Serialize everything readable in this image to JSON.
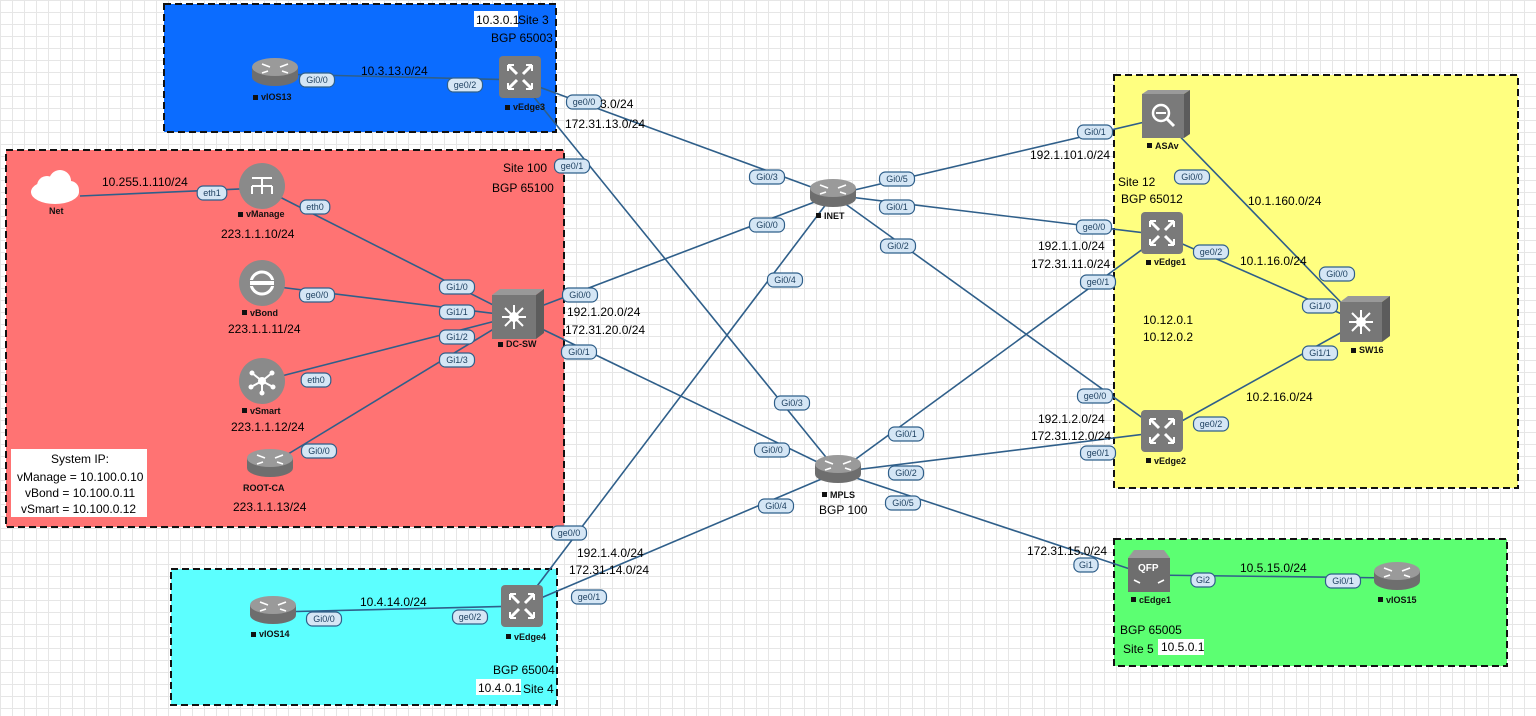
{
  "sites": [
    {
      "id": "site3",
      "bg": "#0b6cff",
      "texts": [
        "10.3.0.1",
        "Site 3",
        "BGP 65003"
      ]
    },
    {
      "id": "site100",
      "bg": "#ff7373",
      "texts": [
        "Site 100",
        "BGP 65100"
      ]
    },
    {
      "id": "site12",
      "bg": "#ffff80",
      "texts": [
        "Site 12",
        "BGP 65012",
        "10.12.0.1",
        "10.12.0.2"
      ]
    },
    {
      "id": "site4",
      "bg": "#5cffff",
      "texts": [
        "BGP 65004",
        "10.4.0.1",
        "Site 4"
      ]
    },
    {
      "id": "site5",
      "bg": "#5cff72",
      "texts": [
        "BGP 65005",
        "Site 5",
        "10.5.0.1"
      ]
    }
  ],
  "nodes": [
    {
      "id": "vIOS13",
      "label": "vIOS13",
      "icon": "router-icon"
    },
    {
      "id": "vEdge3",
      "label": "vEdge3",
      "icon": "vedge-icon"
    },
    {
      "id": "Net",
      "label": "Net",
      "icon": "cloud-icon"
    },
    {
      "id": "vManage",
      "label": "vManage",
      "icon": "vmanage-icon"
    },
    {
      "id": "vBond",
      "label": "vBond",
      "icon": "vbond-icon"
    },
    {
      "id": "vSmart",
      "label": "vSmart",
      "icon": "vsmart-icon"
    },
    {
      "id": "ROOT-CA",
      "label": "ROOT-CA",
      "icon": "router-icon"
    },
    {
      "id": "DC-SW",
      "label": "DC-SW",
      "icon": "switch-icon"
    },
    {
      "id": "INET",
      "label": "INET",
      "icon": "router-icon"
    },
    {
      "id": "MPLS",
      "label": "MPLS",
      "icon": "router-icon"
    },
    {
      "id": "ASAv",
      "label": "ASAv",
      "icon": "firewall-icon"
    },
    {
      "id": "vEdge1",
      "label": "vEdge1",
      "icon": "vedge-icon"
    },
    {
      "id": "vEdge2",
      "label": "vEdge2",
      "icon": "vedge-icon"
    },
    {
      "id": "SW16",
      "label": "SW16",
      "icon": "switch-icon"
    },
    {
      "id": "vIOS14",
      "label": "vIOS14",
      "icon": "router-icon"
    },
    {
      "id": "vEdge4",
      "label": "vEdge4",
      "icon": "vedge-icon"
    },
    {
      "id": "cEdge1",
      "label": "cEdge1",
      "icon": "qfp-router-icon"
    },
    {
      "id": "vIOS15",
      "label": "vIOS15",
      "icon": "router-icon"
    }
  ],
  "links": [
    {
      "a": "vIOS13",
      "b": "vEdge3",
      "ifa": "Gi0/0",
      "ifb": "ge0/2"
    },
    {
      "a": "Net",
      "b": "vManage",
      "ifa": "",
      "ifb": "eth1"
    },
    {
      "a": "vManage",
      "b": "DC-SW",
      "ifa": "eth0",
      "ifb": "Gi1/0"
    },
    {
      "a": "vBond",
      "b": "DC-SW",
      "ifa": "ge0/0",
      "ifb": "Gi1/1"
    },
    {
      "a": "vSmart",
      "b": "DC-SW",
      "ifa": "eth0",
      "ifb": "Gi1/2"
    },
    {
      "a": "ROOT-CA",
      "b": "DC-SW",
      "ifa": "Gi0/0",
      "ifb": "Gi1/3"
    },
    {
      "a": "vEdge3",
      "b": "INET",
      "ifa": "ge0/0",
      "ifb": "Gi0/3"
    },
    {
      "a": "vEdge3",
      "b": "MPLS",
      "ifa": "ge0/1",
      "ifb": "Gi0/3"
    },
    {
      "a": "DC-SW",
      "b": "INET",
      "ifa": "Gi0/0",
      "ifb": "Gi0/0"
    },
    {
      "a": "DC-SW",
      "b": "MPLS",
      "ifa": "Gi0/1",
      "ifb": "Gi0/0"
    },
    {
      "a": "INET",
      "b": "ASAv",
      "ifa": "Gi0/5",
      "ifb": "Gi0/1"
    },
    {
      "a": "INET",
      "b": "vEdge1",
      "ifa": "Gi0/1",
      "ifb": "ge0/0"
    },
    {
      "a": "INET",
      "b": "vEdge2",
      "ifa": "Gi0/2",
      "ifb": "ge0/0"
    },
    {
      "a": "INET",
      "b": "vEdge4",
      "ifa": "Gi0/4",
      "ifb": "ge0/0"
    },
    {
      "a": "MPLS",
      "b": "vEdge1",
      "ifa": "Gi0/1",
      "ifb": "ge0/1"
    },
    {
      "a": "MPLS",
      "b": "vEdge2",
      "ifa": "Gi0/2",
      "ifb": "ge0/1"
    },
    {
      "a": "MPLS",
      "b": "vEdge4",
      "ifa": "Gi0/4",
      "ifb": "ge0/1"
    },
    {
      "a": "MPLS",
      "b": "cEdge1",
      "ifa": "Gi0/5",
      "ifb": "Gi1"
    },
    {
      "a": "ASAv",
      "b": "SW16",
      "ifa": "Gi0/0",
      "ifb": "Gi0/0"
    },
    {
      "a": "vEdge1",
      "b": "SW16",
      "ifa": "ge0/2",
      "ifb": "Gi1/0"
    },
    {
      "a": "vEdge2",
      "b": "SW16",
      "ifa": "ge0/2",
      "ifb": "Gi1/1"
    },
    {
      "a": "vIOS14",
      "b": "vEdge4",
      "ifa": "Gi0/0",
      "ifb": "ge0/2"
    },
    {
      "a": "cEdge1",
      "b": "vIOS15",
      "ifa": "Gi2",
      "ifb": "Gi0/1"
    }
  ],
  "subnets": {
    "s_3_13": "10.3.13.0/24",
    "s_3_0": "3.0/24",
    "s_172_13": "172.31.13.0/24",
    "s_net": "10.255.1.110/24",
    "s_vmanage": "223.1.1.10/24",
    "s_vbond": "223.1.1.11/24",
    "s_vsmart": "223.1.1.12/24",
    "s_rootca": "223.1.1.13/24",
    "s_192_20": "192.1.20.0/24",
    "s_172_20": "172.31.20.0/24",
    "s_192_101": "192.1.101.0/24",
    "s_10_160": "10.1.160.0/24",
    "s_192_1": "192.1.1.0/24",
    "s_172_11": "172.31.11.0/24",
    "s_10_1_16": "10.1.16.0/24",
    "s_192_2": "192.1.2.0/24",
    "s_172_12": "172.31.12.0/24",
    "s_10_2_16": "10.2.16.0/24",
    "s_10_4_14": "10.4.14.0/24",
    "s_192_4": "192.1.4.0/24",
    "s_172_14": "172.31.14.0/24",
    "s_172_15": "172.31.15.0/24",
    "s_10_5_15": "10.5.15.0/24",
    "mpls_bgp": "BGP 100"
  },
  "system_ip": {
    "title": "System IP:",
    "lines": [
      "vManage = 10.100.0.10",
      "vBond = 10.100.0.11",
      "vSmart = 10.100.0.12"
    ]
  },
  "colors": {
    "link": "#2f5f8a",
    "iface_fill": "#d5e6f5",
    "iface_stroke": "#2f5f8a",
    "device": "#808080"
  }
}
